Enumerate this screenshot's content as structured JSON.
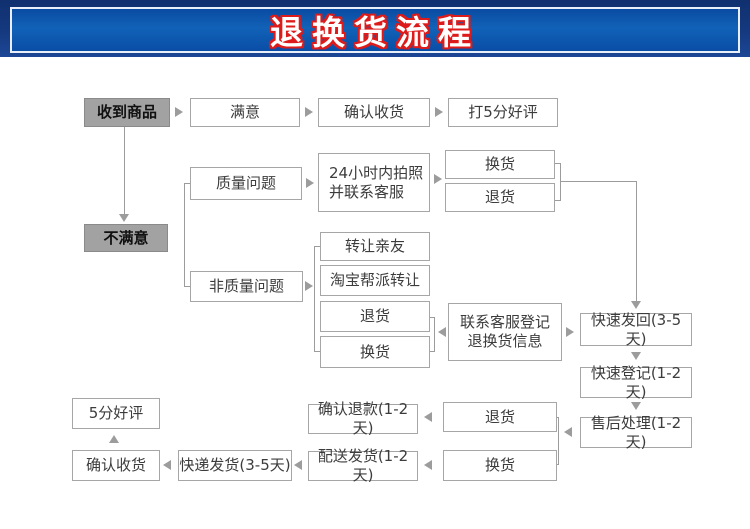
{
  "header": {
    "title": "退换货流程"
  },
  "colors": {
    "banner_dark_blue": "#15397f",
    "banner_panel_blue": "#0c56ac",
    "title_outline_red": "#dd1b1b",
    "gray_node_fill": "#a2a2a2",
    "node_border": "#a6a6a6",
    "connector_gray": "#9c9c9c"
  },
  "nodes": {
    "received": {
      "label": "收到商品"
    },
    "satisfied": {
      "label": "满意"
    },
    "confirm_receipt_top": {
      "label": "确认收货"
    },
    "five_star_top": {
      "label": "打5分好评"
    },
    "unsatisfied": {
      "label": "不满意"
    },
    "quality_issue": {
      "label": "质量问题"
    },
    "photo_24h": {
      "line1": "24小时内拍照",
      "line2": "并联系客服"
    },
    "exchange_quality": {
      "label": "换货"
    },
    "return_quality": {
      "label": "退货"
    },
    "non_quality_issue": {
      "label": "非质量问题"
    },
    "transfer_friends": {
      "label": "转让亲友"
    },
    "taobao_transfer": {
      "label": "淘宝帮派转让"
    },
    "return_non_quality": {
      "label": "退货"
    },
    "exchange_non_quality": {
      "label": "换货"
    },
    "contact_cs": {
      "line1": "联系客服登记",
      "line2": "退换货信息"
    },
    "fast_send_back": {
      "label": "快速发回(3-5天)"
    },
    "fast_register": {
      "label": "快速登记(1-2天)"
    },
    "after_sales": {
      "label": "售后处理(1-2天)"
    },
    "confirm_refund": {
      "label": "确认退款(1-2天)"
    },
    "return_bottom": {
      "label": "退货"
    },
    "exchange_bottom": {
      "label": "换货"
    },
    "dispatch": {
      "label": "配送发货(1-2天)"
    },
    "express": {
      "label": "快递发货(3-5天)"
    },
    "confirm_receipt_bottom": {
      "label": "确认收货"
    },
    "five_star_bottom": {
      "label": "5分好评"
    }
  }
}
